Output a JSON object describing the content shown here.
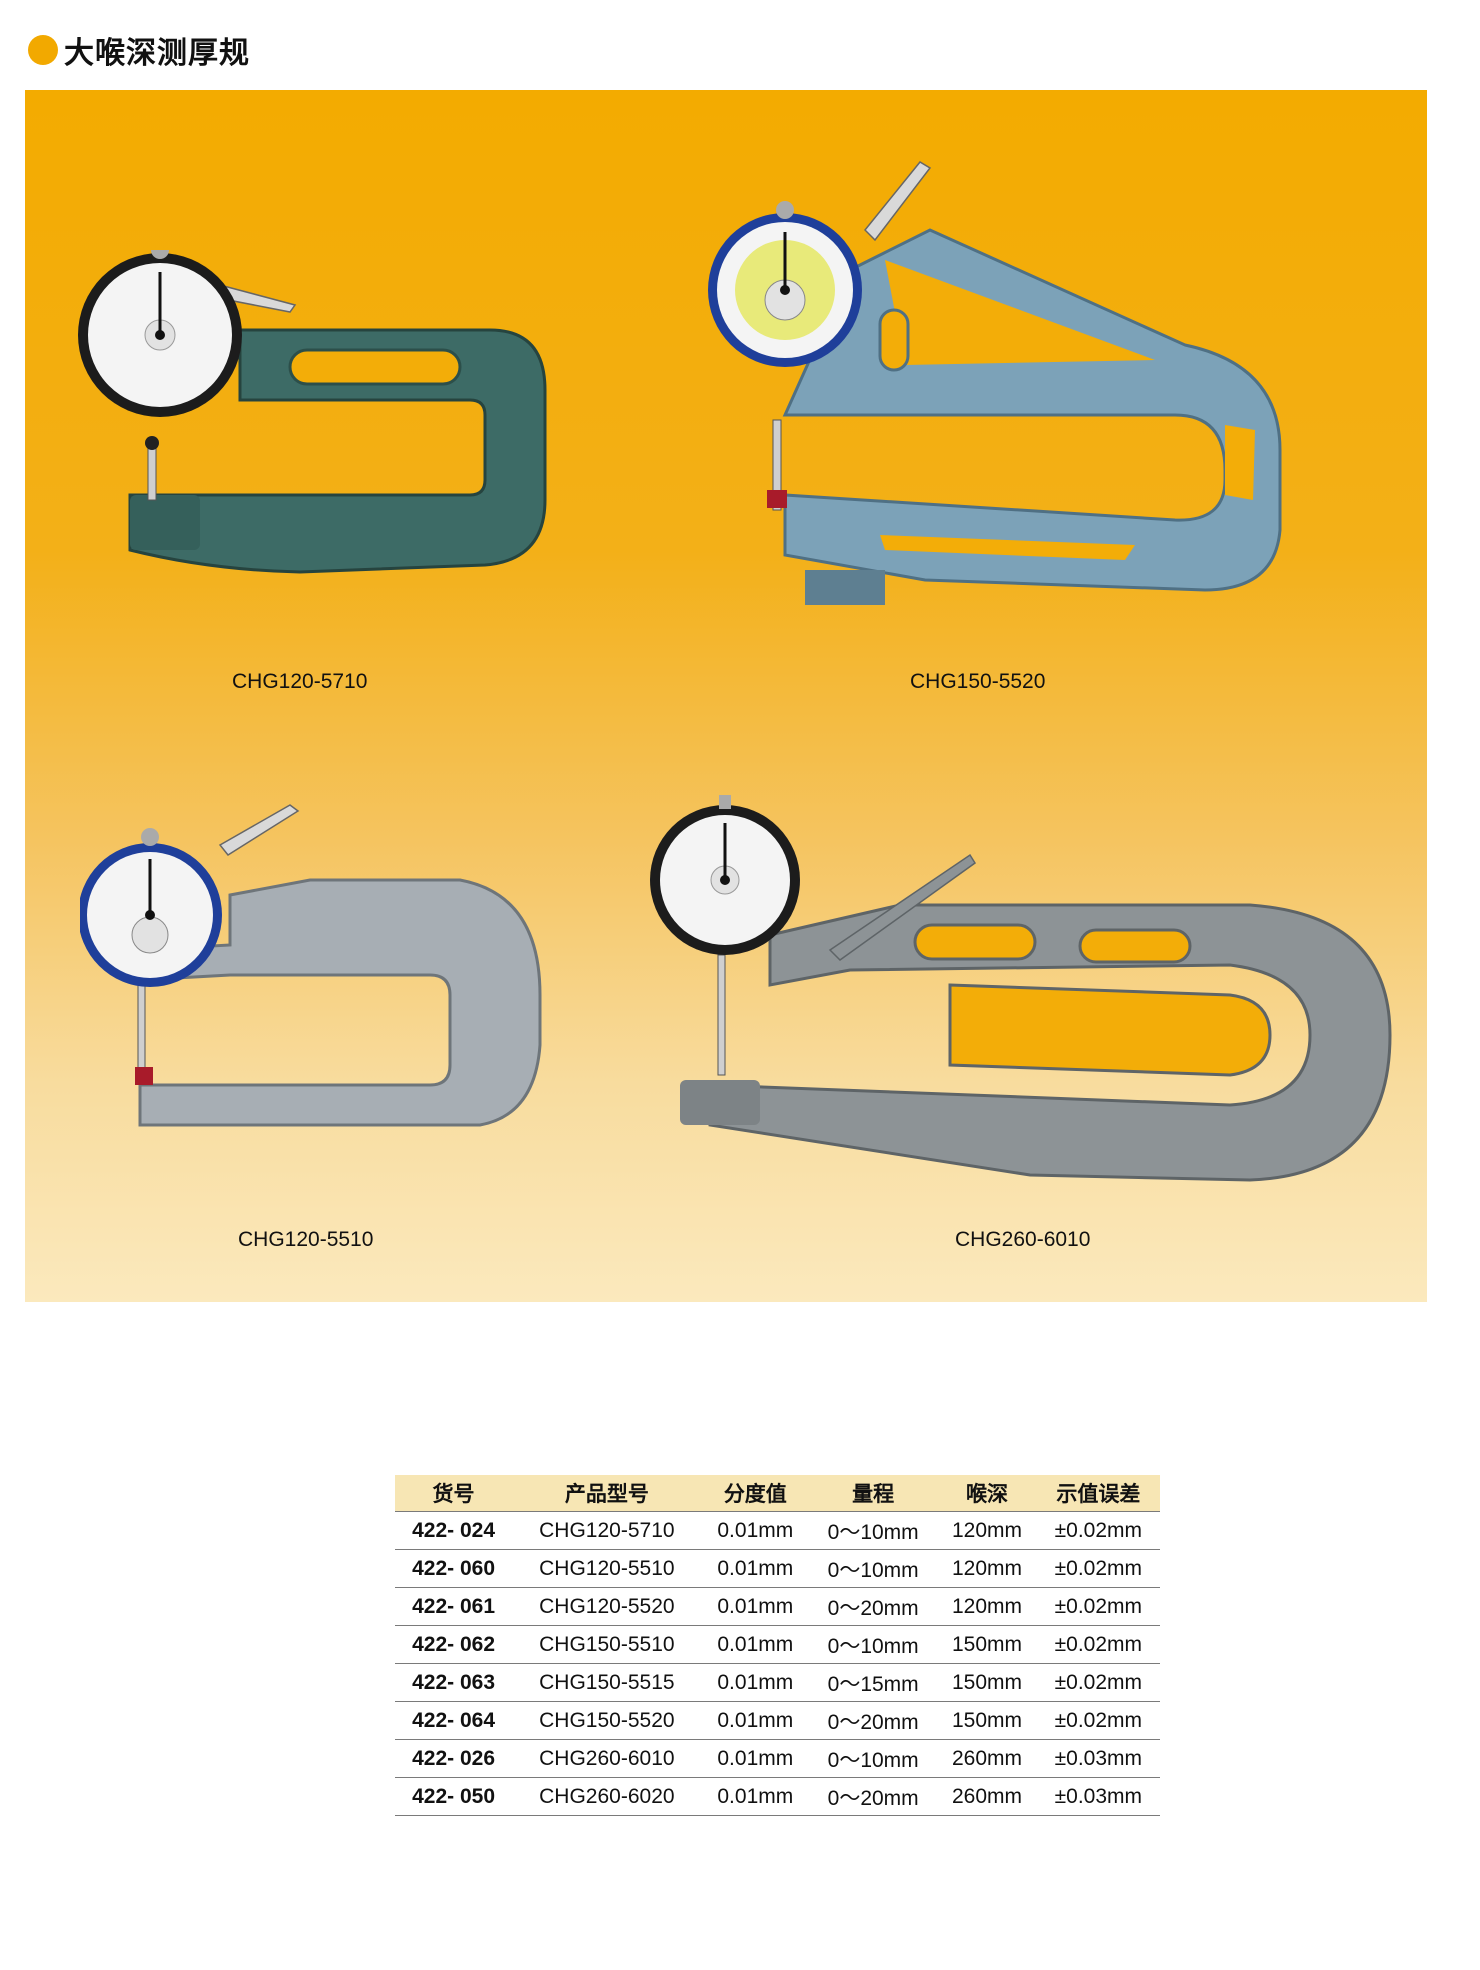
{
  "header": {
    "title": "大喉深测厚规",
    "bullet_color": "#f2a900"
  },
  "panel": {
    "gradient_top": "#f3ab00",
    "gradient_bottom": "#fbe9bd"
  },
  "products": [
    {
      "model": "CHG120-5710",
      "frame_color": "#3d6b66",
      "icon": "dial-thickness-gauge-icon"
    },
    {
      "model": "CHG150-5520",
      "frame_color": "#7ca2b8",
      "icon": "dial-thickness-gauge-icon"
    },
    {
      "model": "CHG120-5510",
      "frame_color": "#a7aeb4",
      "icon": "dial-thickness-gauge-icon"
    },
    {
      "model": "CHG260-6010",
      "frame_color": "#8d9396",
      "icon": "dial-thickness-gauge-icon"
    }
  ],
  "spec_table": {
    "headers": [
      "货号",
      "产品型号",
      "分度值",
      "量程",
      "喉深",
      "示值误差"
    ],
    "rows": [
      [
        "422- 024",
        "CHG120-5710",
        "0.01mm",
        "0～10mm",
        "120mm",
        "±0.02mm"
      ],
      [
        "422- 060",
        "CHG120-5510",
        "0.01mm",
        "0～10mm",
        "120mm",
        "±0.02mm"
      ],
      [
        "422- 061",
        "CHG120-5520",
        "0.01mm",
        "0～20mm",
        "120mm",
        "±0.02mm"
      ],
      [
        "422- 062",
        "CHG150-5510",
        "0.01mm",
        "0～10mm",
        "150mm",
        "±0.02mm"
      ],
      [
        "422- 063",
        "CHG150-5515",
        "0.01mm",
        "0～15mm",
        "150mm",
        "±0.02mm"
      ],
      [
        "422- 064",
        "CHG150-5520",
        "0.01mm",
        "0～20mm",
        "150mm",
        "±0.02mm"
      ],
      [
        "422- 026",
        "CHG260-6010",
        "0.01mm",
        "0～10mm",
        "260mm",
        "±0.03mm"
      ],
      [
        "422- 050",
        "CHG260-6020",
        "0.01mm",
        "0～20mm",
        "260mm",
        "±0.03mm"
      ]
    ],
    "header_bg": "#f7e6b4"
  }
}
